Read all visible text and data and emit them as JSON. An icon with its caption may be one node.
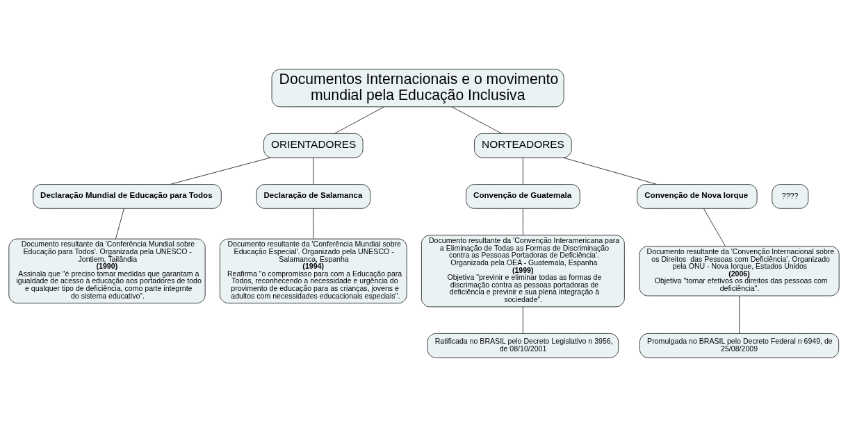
{
  "diagram": {
    "nodes": [
      {
        "text": [
          "Documentos Internacionais e o movimento mundial pela Educação Inclusiva"
        ]
      },
      {
        "text": [
          "ORIENTADORES"
        ]
      },
      {
        "text": [
          "NORTEADORES"
        ]
      },
      {
        "text": [
          "????"
        ]
      },
      {
        "text": [
          "Declaração Mundial de Educação para Todos"
        ]
      },
      {
        "text": [
          "Declaração de Salamanca"
        ]
      },
      {
        "text": [
          "Convenção de Guatemala"
        ]
      },
      {
        "text": [
          "Convenção de Nova Iorque"
        ]
      },
      {
        "text": [
          "Documento resultante da 'Conferência Mundial sobre Educação para Todos'. Organizada pela UNESCO - Jontiem, Tailândia **(1990)** Assinala que \"é preciso tomar medidas que garantam a igualdade de acesso à educação aos portadores de todo e qualquer tipo de deficiência, como parte integrnte do sistema educativo\"."
        ]
      },
      {
        "text": [
          "Documento resultante da 'Convenção Interamericana para a Eliminação de Todas as Formas de Discriminação contra as Pessoas Portadoras de Deficiência'. Organizada pela OEA - Guatemala, Espanha **(1999)** Objetiva \"previnir e eliminar todas as formas de discrimação contra as pessoas portadoras de deficiência e previnir e sua plena integração à sociedade\"."
        ]
      },
      {
        "text": [
          "Documento resultante da 'Convenção Internacional sobre os Direitos  das Pessoas com Deficiência'. Organizado pela ONU - Nova Iorque, Estados Unidos **(2006)** Objetiva \"tornar efetivos os direitos das pessoas com deficiência\"."
        ]
      },
      {
        "text": [
          "Promulgada no BRASIL pelo Decreto Federal n 6949, de 25/08/2009"
        ]
      },
      {
        "text": [
          "Documento resultante da 'Conferência Mundial sobre Educação Especial'. Organizado pela UNESCO - Salamanca, Espanha **(1994)** Reafirma \"o compromisso para com a Educação para Todos, reconhecendo a necessidade e urgência do provimento de educação para as crianças, jovens e adultos com necessidades educacionais especiais\"."
        ]
      },
      {
        "text": [
          "Ratificada no BRASIL pelo Decreto Legislativo n 3956, de 08/10/2001"
        ]
      }
    ],
    "edges": [
      {
        "from": 0,
        "to": 1,
        "arrow": "none"
      },
      {
        "from": 0,
        "to": 2,
        "arrow": "none"
      },
      {
        "from": 1,
        "to": 4,
        "arrow": "none"
      },
      {
        "from": 1,
        "to": 5,
        "arrow": "none"
      },
      {
        "from": 2,
        "to": 6,
        "arrow": "none"
      },
      {
        "from": 2,
        "to": 7,
        "arrow": "none"
      },
      {
        "from": 4,
        "to": 8,
        "arrow": "none"
      },
      {
        "from": 5,
        "to": 12,
        "arrow": "none"
      },
      {
        "from": 6,
        "to": 9,
        "arrow": "none"
      },
      {
        "from": 7,
        "to": 10,
        "arrow": "none"
      },
      {
        "from": 10,
        "to": 11,
        "arrow": "none"
      },
      {
        "from": 9,
        "to": 13,
        "arrow": "none"
      }
    ]
  }
}
